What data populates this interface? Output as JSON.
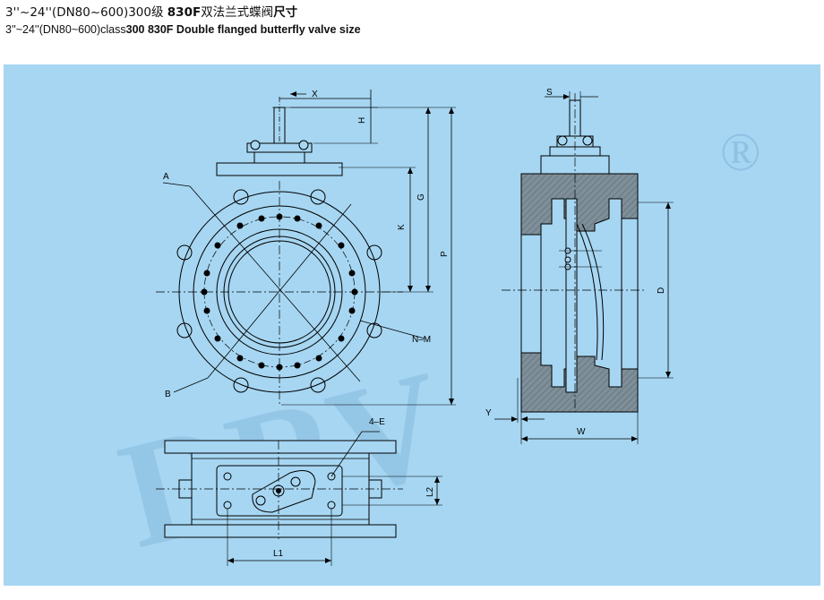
{
  "title": {
    "cn_prefix": "3''~24''(DN80~600)300级 ",
    "cn_bold": "830F",
    "cn_suffix": "双法兰式蝶阀",
    "cn_bold2": "尺寸",
    "en_prefix": "3''~24''(DN80~600)class",
    "en_bold": "300 830F Double flanged butterfly valve size"
  },
  "watermark": {
    "text": "DRV",
    "registered": "®"
  },
  "labels": {
    "x": "X",
    "h": "H",
    "a": "A",
    "g": "G",
    "k": "K",
    "p": "P",
    "nm": "N–M",
    "b": "B",
    "s": "S",
    "d": "D",
    "y": "Y",
    "w": "W",
    "e4": "4–E",
    "l2": "L2",
    "l1": "L1"
  },
  "colors": {
    "panel": "#a6d6f2",
    "hatch_fill": "#7e8f99",
    "line": "#000000"
  }
}
